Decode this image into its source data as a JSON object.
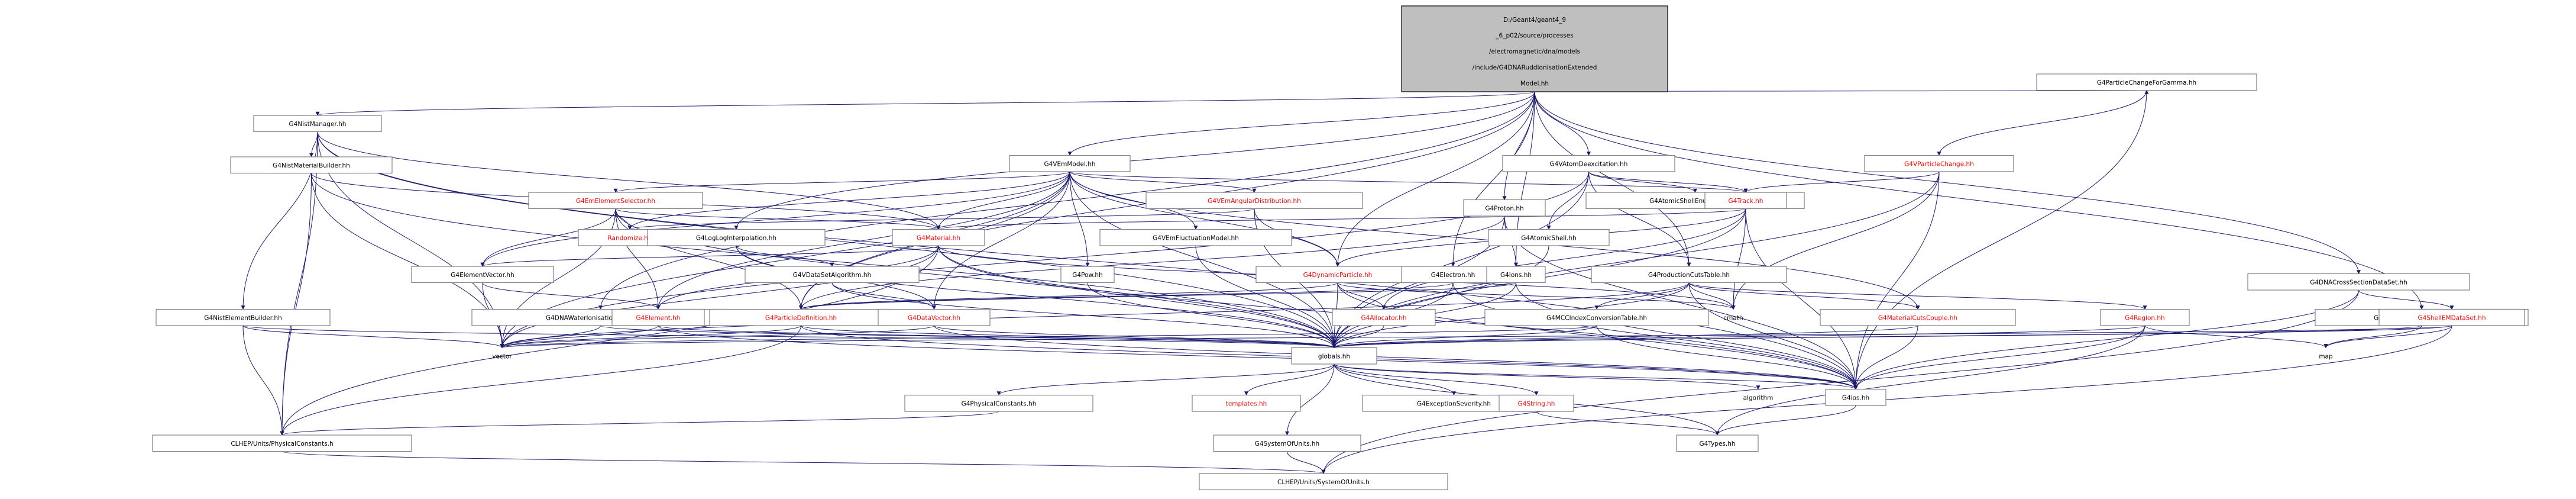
{
  "root": {
    "lines": [
      "D:/Geant4/geant4_9",
      "_6_p02/source/processes",
      "/electromagnetic/dna/models",
      "/include/G4DNARuddIonisationExtended",
      "Model.hh"
    ]
  },
  "nodes": [
    {
      "id": "G4NistManager",
      "label": "G4NistManager.hh",
      "color": "black"
    },
    {
      "id": "G4VEmModel",
      "label": "G4VEmModel.hh",
      "color": "black"
    },
    {
      "id": "G4VAtomDeexcitation",
      "label": "G4VAtomDeexcitation.hh",
      "color": "black"
    },
    {
      "id": "G4ParticleChangeForGamma",
      "label": "G4ParticleChangeForGamma.hh",
      "color": "black"
    },
    {
      "id": "G4NistMaterialBuilder",
      "label": "G4NistMaterialBuilder.hh",
      "color": "black"
    },
    {
      "id": "G4EmElementSelector",
      "label": "G4EmElementSelector.hh",
      "color": "red"
    },
    {
      "id": "G4VEmAngularDistribution",
      "label": "G4VEmAngularDistribution.hh",
      "color": "red"
    },
    {
      "id": "G4AtomicShellEnumerator",
      "label": "G4AtomicShellEnumerator.hh",
      "color": "black"
    },
    {
      "id": "G4Track",
      "label": "G4Track.hh",
      "color": "red"
    },
    {
      "id": "G4VParticleChange",
      "label": "G4VParticleChange.hh",
      "color": "red"
    },
    {
      "id": "Randomize",
      "label": "Randomize.hh",
      "color": "red"
    },
    {
      "id": "G4LogLogInterpolation",
      "label": "G4LogLogInterpolation.hh",
      "color": "black"
    },
    {
      "id": "G4Material",
      "label": "G4Material.hh",
      "color": "red"
    },
    {
      "id": "G4VEmFluctuationModel",
      "label": "G4VEmFluctuationModel.hh",
      "color": "black"
    },
    {
      "id": "G4AtomicShell",
      "label": "G4AtomicShell.hh",
      "color": "black"
    },
    {
      "id": "G4Proton",
      "label": "G4Proton.hh",
      "color": "black"
    },
    {
      "id": "G4ElementVector",
      "label": "G4ElementVector.hh",
      "color": "black"
    },
    {
      "id": "G4VDataSetAlgorithm",
      "label": "G4VDataSetAlgorithm.hh",
      "color": "black"
    },
    {
      "id": "G4Pow",
      "label": "G4Pow.hh",
      "color": "black"
    },
    {
      "id": "G4DynamicParticle",
      "label": "G4DynamicParticle.hh",
      "color": "red"
    },
    {
      "id": "G4Electron",
      "label": "G4Electron.hh",
      "color": "black"
    },
    {
      "id": "G4Ions",
      "label": "G4Ions.hh",
      "color": "black"
    },
    {
      "id": "G4ProductionCutsTable",
      "label": "G4ProductionCutsTable.hh",
      "color": "black"
    },
    {
      "id": "G4DNACrossSectionDataSet",
      "label": "G4DNACrossSectionDataSet.hh",
      "color": "black"
    },
    {
      "id": "G4NistElementBuilder",
      "label": "G4NistElementBuilder.hh",
      "color": "black"
    },
    {
      "id": "G4DNAWaterIonisationStructure",
      "label": "G4DNAWaterIonisationStructure.hh",
      "color": "black"
    },
    {
      "id": "G4Element",
      "label": "G4Element.hh",
      "color": "red"
    },
    {
      "id": "G4ParticleDefinition",
      "label": "G4ParticleDefinition.hh",
      "color": "red"
    },
    {
      "id": "G4DataVector",
      "label": "G4DataVector.hh",
      "color": "red"
    },
    {
      "id": "G4Allocator",
      "label": "G4Allocator.hh",
      "color": "red"
    },
    {
      "id": "G4MCCIndexConversionTable",
      "label": "G4MCCIndexConversionTable.hh",
      "color": "black"
    },
    {
      "id": "cmath",
      "label": "cmath",
      "color": "black",
      "plain": true
    },
    {
      "id": "G4MaterialCutsCouple",
      "label": "G4MaterialCutsCouple.hh",
      "color": "red"
    },
    {
      "id": "G4Region",
      "label": "G4Region.hh",
      "color": "red"
    },
    {
      "id": "G4DNAGenericIonsManager",
      "label": "G4DNAGenericIonsManager.hh",
      "color": "black"
    },
    {
      "id": "G4ShellEMDataSet",
      "label": "G4ShellEMDataSet.hh",
      "color": "red"
    },
    {
      "id": "vector",
      "label": "vector",
      "color": "black",
      "plain": true
    },
    {
      "id": "globals",
      "label": "globals.hh",
      "color": "black"
    },
    {
      "id": "map",
      "label": "map",
      "color": "black",
      "plain": true
    },
    {
      "id": "G4ios",
      "label": "G4ios.hh",
      "color": "black"
    },
    {
      "id": "algorithm",
      "label": "algorithm",
      "color": "black",
      "plain": true
    },
    {
      "id": "G4PhysicalConstants",
      "label": "G4PhysicalConstants.hh",
      "color": "black"
    },
    {
      "id": "templates",
      "label": "templates.hh",
      "color": "red"
    },
    {
      "id": "G4ExceptionSeverity",
      "label": "G4ExceptionSeverity.hh",
      "color": "black"
    },
    {
      "id": "G4String",
      "label": "G4String.hh",
      "color": "red"
    },
    {
      "id": "CLHEPPhysicalConstants",
      "label": "CLHEP/Units/PhysicalConstants.h",
      "color": "black"
    },
    {
      "id": "G4SystemOfUnits",
      "label": "G4SystemOfUnits.hh",
      "color": "black"
    },
    {
      "id": "G4Types",
      "label": "G4Types.hh",
      "color": "black"
    },
    {
      "id": "CLHEPSystemOfUnits",
      "label": "CLHEP/Units/SystemOfUnits.h",
      "color": "black"
    }
  ],
  "edges": [
    [
      "root",
      "G4NistManager"
    ],
    [
      "root",
      "G4VEmModel"
    ],
    [
      "root",
      "G4VAtomDeexcitation"
    ],
    [
      "root",
      "G4ParticleChangeForGamma"
    ],
    [
      "root",
      "G4Proton"
    ],
    [
      "root",
      "G4Electron"
    ],
    [
      "root",
      "G4ProductionCutsTable"
    ],
    [
      "root",
      "G4DNACrossSectionDataSet"
    ],
    [
      "root",
      "G4DNAGenericIonsManager"
    ],
    [
      "root",
      "G4DNAWaterIonisationStructure"
    ],
    [
      "root",
      "G4LogLogInterpolation"
    ],
    [
      "root",
      "G4ParticleDefinition"
    ],
    [
      "root",
      "G4DynamicParticle"
    ],
    [
      "root",
      "G4Ions"
    ],
    [
      "G4NistManager",
      "G4NistMaterialBuilder"
    ],
    [
      "G4NistManager",
      "G4NistElementBuilder"
    ],
    [
      "G4NistManager",
      "G4Material"
    ],
    [
      "G4NistManager",
      "globals"
    ],
    [
      "G4NistManager",
      "vector"
    ],
    [
      "G4NistManager",
      "CLHEPPhysicalConstants"
    ],
    [
      "G4NistManager",
      "G4ios"
    ],
    [
      "G4VEmModel",
      "G4EmElementSelector"
    ],
    [
      "G4VEmModel",
      "G4VEmAngularDistribution"
    ],
    [
      "G4VEmModel",
      "G4VEmFluctuationModel"
    ],
    [
      "G4VEmModel",
      "G4Material"
    ],
    [
      "G4VEmModel",
      "G4ElementVector"
    ],
    [
      "G4VEmModel",
      "G4Pow"
    ],
    [
      "G4VEmModel",
      "G4DataVector"
    ],
    [
      "G4VEmModel",
      "G4DynamicParticle"
    ],
    [
      "G4VEmModel",
      "G4ParticleDefinition"
    ],
    [
      "G4VEmModel",
      "G4Element"
    ],
    [
      "G4VEmModel",
      "globals"
    ],
    [
      "G4VEmModel",
      "vector"
    ],
    [
      "G4VEmModel",
      "G4MaterialCutsCouple"
    ],
    [
      "G4VEmModel",
      "G4Track"
    ],
    [
      "G4VEmModel",
      "Randomize"
    ],
    [
      "G4VAtomDeexcitation",
      "G4AtomicShellEnumerator"
    ],
    [
      "G4VAtomDeexcitation",
      "G4AtomicShell"
    ],
    [
      "G4VAtomDeexcitation",
      "G4Track"
    ],
    [
      "G4VAtomDeexcitation",
      "G4ProductionCutsTable"
    ],
    [
      "G4VAtomDeexcitation",
      "globals"
    ],
    [
      "G4VAtomDeexcitation",
      "vector"
    ],
    [
      "G4ParticleChangeForGamma",
      "G4VParticleChange"
    ],
    [
      "G4ParticleChangeForGamma",
      "G4ios"
    ],
    [
      "G4NistMaterialBuilder",
      "G4Material"
    ],
    [
      "G4NistMaterialBuilder",
      "globals"
    ],
    [
      "G4NistMaterialBuilder",
      "vector"
    ],
    [
      "G4NistMaterialBuilder",
      "CLHEPPhysicalConstants"
    ],
    [
      "G4EmElementSelector",
      "Randomize"
    ],
    [
      "G4EmElementSelector",
      "G4Material"
    ],
    [
      "G4EmElementSelector",
      "G4ElementVector"
    ],
    [
      "G4EmElementSelector",
      "G4Element"
    ],
    [
      "G4EmElementSelector",
      "globals"
    ],
    [
      "G4EmElementSelector",
      "vector"
    ],
    [
      "G4EmElementSelector",
      "G4ParticleDefinition"
    ],
    [
      "G4VEmAngularDistribution",
      "G4DynamicParticle"
    ],
    [
      "G4VEmAngularDistribution",
      "globals"
    ],
    [
      "G4VEmAngularDistribution",
      "Randomize"
    ],
    [
      "G4Track",
      "G4DynamicParticle"
    ],
    [
      "G4Track",
      "G4Allocator"
    ],
    [
      "G4Track",
      "globals"
    ],
    [
      "G4Track",
      "cmath"
    ],
    [
      "G4Track",
      "G4ios"
    ],
    [
      "G4Track",
      "G4Material"
    ],
    [
      "G4VParticleChange",
      "G4Track"
    ],
    [
      "G4VParticleChange",
      "globals"
    ],
    [
      "G4VParticleChange",
      "cmath"
    ],
    [
      "G4VParticleChange",
      "G4ios"
    ],
    [
      "G4LogLogInterpolation",
      "G4VDataSetAlgorithm"
    ],
    [
      "G4LogLogInterpolation",
      "globals"
    ],
    [
      "G4LogLogInterpolation",
      "G4DataVector"
    ],
    [
      "G4Material",
      "G4ElementVector"
    ],
    [
      "G4Material",
      "G4Element"
    ],
    [
      "G4Material",
      "globals"
    ],
    [
      "G4Material",
      "vector"
    ],
    [
      "G4Material",
      "G4ios"
    ],
    [
      "G4Material",
      "CLHEPPhysicalConstants"
    ],
    [
      "G4Material",
      "cmath"
    ],
    [
      "G4VEmFluctuationModel",
      "globals"
    ],
    [
      "G4AtomicShell",
      "globals"
    ],
    [
      "G4Proton",
      "G4Ions"
    ],
    [
      "G4Proton",
      "globals"
    ],
    [
      "G4Proton",
      "G4ios"
    ],
    [
      "G4Proton",
      "G4ParticleDefinition"
    ],
    [
      "G4ElementVector",
      "G4Element"
    ],
    [
      "G4ElementVector",
      "vector"
    ],
    [
      "G4VDataSetAlgorithm",
      "globals"
    ],
    [
      "G4VDataSetAlgorithm",
      "G4DataVector"
    ],
    [
      "G4Pow",
      "globals"
    ],
    [
      "G4DynamicParticle",
      "G4ParticleDefinition"
    ],
    [
      "G4DynamicParticle",
      "G4Allocator"
    ],
    [
      "G4DynamicParticle",
      "globals"
    ],
    [
      "G4DynamicParticle",
      "G4ios"
    ],
    [
      "G4DynamicParticle",
      "cmath"
    ],
    [
      "G4Electron",
      "globals"
    ],
    [
      "G4Electron",
      "G4ios"
    ],
    [
      "G4Electron",
      "G4ParticleDefinition"
    ],
    [
      "G4Ions",
      "globals"
    ],
    [
      "G4Ions",
      "G4ios"
    ],
    [
      "G4Ions",
      "G4ParticleDefinition"
    ],
    [
      "G4ProductionCutsTable",
      "G4MCCIndexConversionTable"
    ],
    [
      "G4ProductionCutsTable",
      "G4MaterialCutsCouple"
    ],
    [
      "G4ProductionCutsTable",
      "G4Region"
    ],
    [
      "G4ProductionCutsTable",
      "globals"
    ],
    [
      "G4ProductionCutsTable",
      "vector"
    ],
    [
      "G4ProductionCutsTable",
      "cmath"
    ],
    [
      "G4ProductionCutsTable",
      "G4ios"
    ],
    [
      "G4DNACrossSectionDataSet",
      "G4ShellEMDataSet"
    ],
    [
      "G4DNACrossSectionDataSet",
      "CLHEPSystemOfUnits"
    ],
    [
      "G4DNACrossSectionDataSet",
      "G4ios"
    ],
    [
      "G4NistElementBuilder",
      "globals"
    ],
    [
      "G4NistElementBuilder",
      "vector"
    ],
    [
      "G4NistElementBuilder",
      "CLHEPPhysicalConstants"
    ],
    [
      "G4DNAWaterIonisationStructure",
      "globals"
    ],
    [
      "G4DNAWaterIonisationStructure",
      "vector"
    ],
    [
      "G4Element",
      "globals"
    ],
    [
      "G4Element",
      "vector"
    ],
    [
      "G4Element",
      "G4ios"
    ],
    [
      "G4ParticleDefinition",
      "globals"
    ],
    [
      "G4ParticleDefinition",
      "vector"
    ],
    [
      "G4ParticleDefinition",
      "CLHEPPhysicalConstants"
    ],
    [
      "G4ParticleDefinition",
      "G4ios"
    ],
    [
      "G4DataVector",
      "globals"
    ],
    [
      "G4DataVector",
      "vector"
    ],
    [
      "G4DataVector",
      "G4ios"
    ],
    [
      "G4Allocator",
      "globals"
    ],
    [
      "G4MCCIndexConversionTable",
      "globals"
    ],
    [
      "G4MCCIndexConversionTable",
      "vector"
    ],
    [
      "G4MCCIndexConversionTable",
      "G4ios"
    ],
    [
      "G4MaterialCutsCouple",
      "globals"
    ],
    [
      "G4MaterialCutsCouple",
      "G4ios"
    ],
    [
      "G4Region",
      "globals"
    ],
    [
      "G4Region",
      "map"
    ],
    [
      "G4Region",
      "G4ios"
    ],
    [
      "G4Region",
      "G4Types"
    ],
    [
      "G4DNAGenericIonsManager",
      "globals"
    ],
    [
      "G4DNAGenericIonsManager",
      "map"
    ],
    [
      "G4ShellEMDataSet",
      "globals"
    ],
    [
      "G4ShellEMDataSet",
      "vector"
    ],
    [
      "G4ShellEMDataSet",
      "map"
    ],
    [
      "G4ShellEMDataSet",
      "CLHEPSystemOfUnits"
    ],
    [
      "globals",
      "G4ios"
    ],
    [
      "globals",
      "algorithm"
    ],
    [
      "globals",
      "G4PhysicalConstants"
    ],
    [
      "globals",
      "templates"
    ],
    [
      "globals",
      "G4ExceptionSeverity"
    ],
    [
      "globals",
      "G4String"
    ],
    [
      "globals",
      "G4SystemOfUnits"
    ],
    [
      "globals",
      "G4Types"
    ],
    [
      "G4PhysicalConstants",
      "CLHEPPhysicalConstants"
    ],
    [
      "G4SystemOfUnits",
      "CLHEPSystemOfUnits"
    ],
    [
      "G4String",
      "G4Types"
    ],
    [
      "G4ios",
      "G4Types"
    ],
    [
      "CLHEPPhysicalConstants",
      "CLHEPSystemOfUnits"
    ]
  ]
}
